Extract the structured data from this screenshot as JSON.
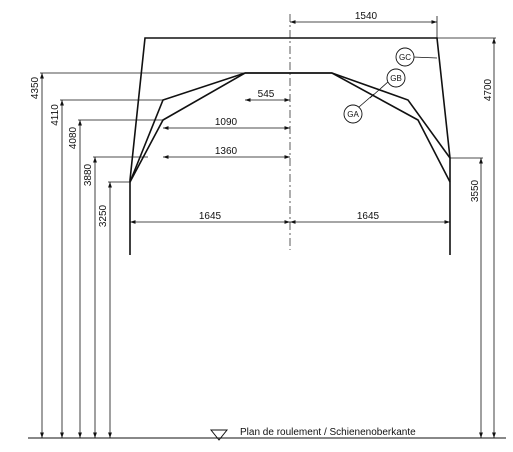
{
  "labels": {
    "top_width": "1540",
    "height_total": "4700",
    "height_right": "3550",
    "h4350": "4350",
    "h4110": "4110",
    "h4080": "4080",
    "h3880": "3880",
    "h3250": "3250",
    "w545": "545",
    "w1090": "1090",
    "w1360": "1360",
    "half_left": "1645",
    "half_right": "1645",
    "gc": "GC",
    "gb": "GB",
    "ga": "GA",
    "rail_level": "Plan de roulement / Schienenoberkante"
  }
}
